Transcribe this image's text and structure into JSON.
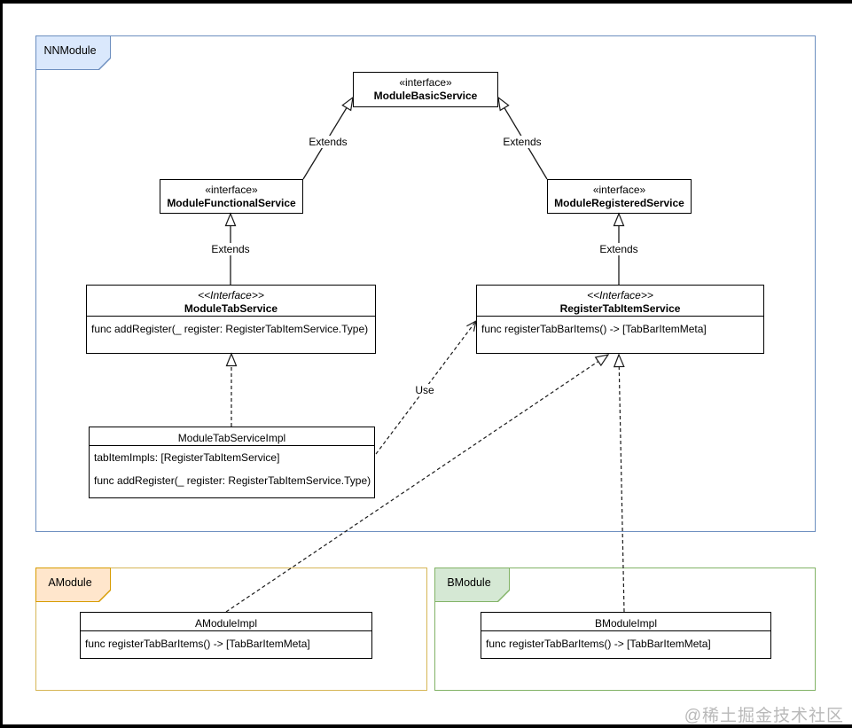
{
  "diagram": {
    "watermark": "@稀土掘金技术社区",
    "containers": {
      "nnmodule": {
        "label": "NNModule",
        "tab_fill": "#dae8fc",
        "border": "#6c8ebf"
      },
      "amodule": {
        "label": "AModule",
        "tab_fill": "#ffe6cc",
        "tab_border": "#d79b00",
        "border": "#d6b656"
      },
      "bmodule": {
        "label": "BModule",
        "tab_fill": "#d5e8d4",
        "tab_border": "#82b366",
        "border": "#82b366"
      }
    },
    "classes": {
      "module_basic_service": {
        "stereotype": "«interface»",
        "name": "ModuleBasicService"
      },
      "module_functional_service": {
        "stereotype": "«interface»",
        "name": "ModuleFunctionalService"
      },
      "module_registered_service": {
        "stereotype": "«interface»",
        "name": "ModuleRegisteredService"
      },
      "module_tab_service": {
        "stereotype": "<<Interface>>",
        "name": "ModuleTabService",
        "members": [
          "func addRegister(_ register: RegisterTabItemService.Type)"
        ]
      },
      "register_tab_item_service": {
        "stereotype": "<<Interface>>",
        "name": "RegisterTabItemService",
        "members": [
          "func registerTabBarItems() -> [TabBarItemMeta]"
        ]
      },
      "module_tab_service_impl": {
        "name": "ModuleTabServiceImpl",
        "members": [
          "tabItemImpls: [RegisterTabItemService]",
          "func addRegister(_ register: RegisterTabItemService.Type)"
        ]
      },
      "a_module_impl": {
        "name": "AModuleImpl",
        "members": [
          "func registerTabBarItems() -> [TabBarItemMeta]"
        ]
      },
      "b_module_impl": {
        "name": "BModuleImpl",
        "members": [
          "func registerTabBarItems() -> [TabBarItemMeta]"
        ]
      }
    },
    "edge_labels": {
      "extends_basic_left": "Extends",
      "extends_basic_right": "Extends",
      "extends_functional": "Extends",
      "extends_registered": "Extends",
      "use": "Use"
    }
  }
}
